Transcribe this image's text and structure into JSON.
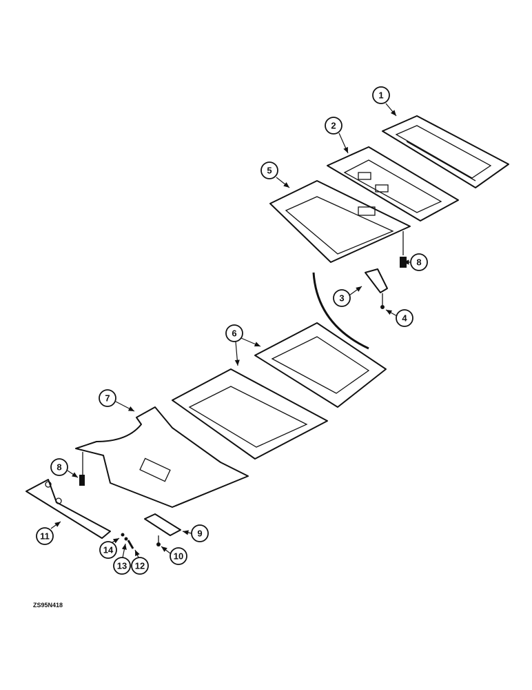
{
  "figure_code": "ZS95N418",
  "callouts": [
    "1",
    "2",
    "3",
    "4",
    "5",
    "6",
    "7",
    "8",
    "9",
    "10",
    "11",
    "12",
    "13",
    "14"
  ]
}
